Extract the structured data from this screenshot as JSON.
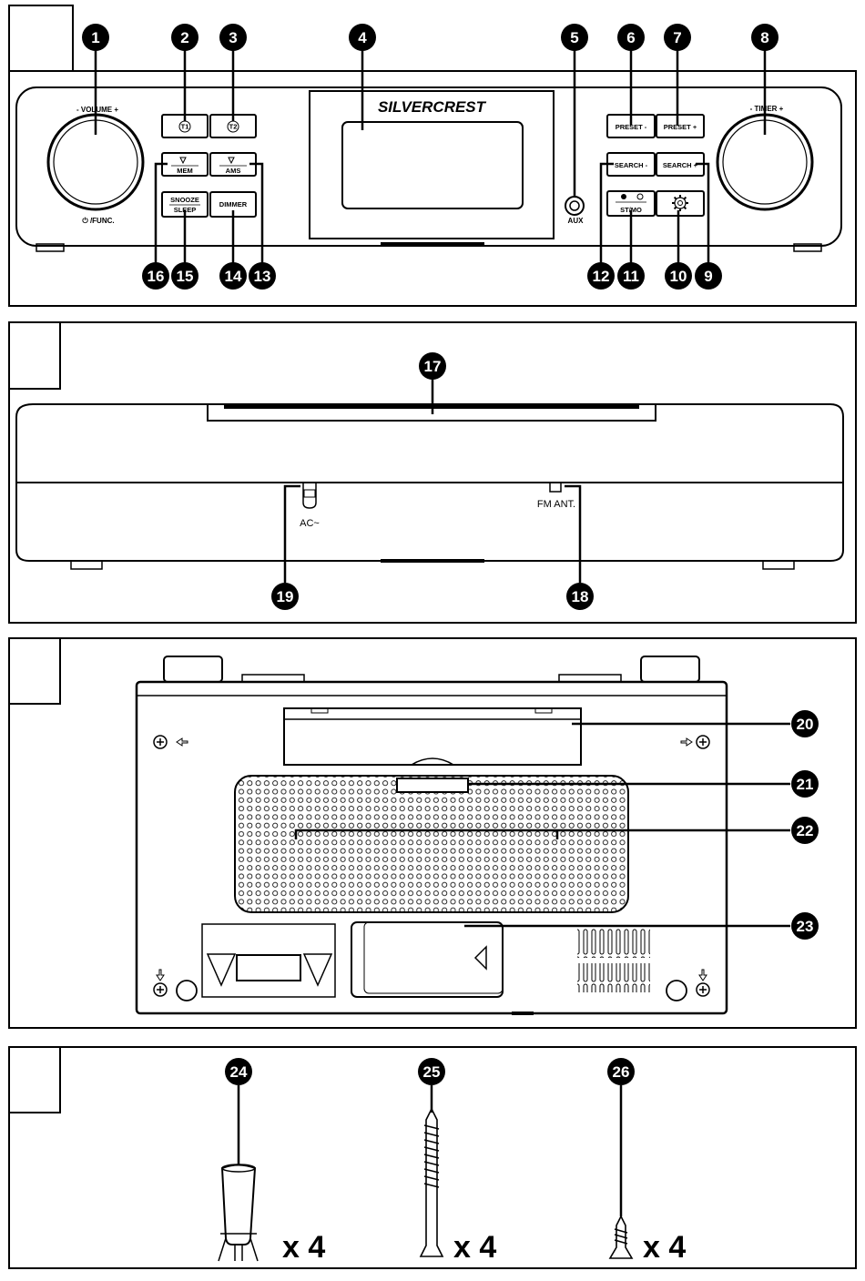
{
  "panels": [
    {
      "id": "panel-1",
      "label": ""
    },
    {
      "id": "panel-2",
      "label": ""
    },
    {
      "id": "panel-3",
      "label": ""
    },
    {
      "id": "panel-4",
      "label": ""
    }
  ],
  "front": {
    "brand": "SILVERCREST",
    "volume_label": "- VOLUME +",
    "func_label": "⏻ /FUNC.",
    "timer_label": "- TIMER +",
    "aux_label": "AUX",
    "buttons": {
      "t1": "T1",
      "t2": "T2",
      "mem": "MEM",
      "ams": "AMS",
      "snooze": "SNOOZE",
      "sleep": "SLEEP",
      "dimmer": "DIMMER",
      "preset_minus": "PRESET -",
      "preset_plus": "PRESET +",
      "search_minus": "SEARCH -",
      "search_plus": "SEARCH +",
      "stmo": "ST/MO"
    }
  },
  "back": {
    "ac_label": "AC~",
    "fm_label": "FM ANT."
  },
  "callouts": [
    "1",
    "2",
    "3",
    "4",
    "5",
    "6",
    "7",
    "8",
    "9",
    "10",
    "11",
    "12",
    "13",
    "14",
    "15",
    "16",
    "17",
    "18",
    "19",
    "20",
    "21",
    "22",
    "23",
    "24",
    "25",
    "26"
  ],
  "accessories": {
    "qty_24": "x 4",
    "qty_25": "x 4",
    "qty_26": "x 4"
  }
}
